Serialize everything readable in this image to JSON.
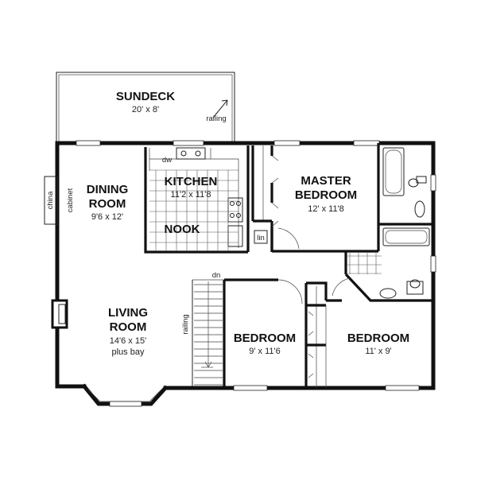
{
  "rooms": {
    "sundeck": {
      "name": "SUNDECK",
      "dim": "20' x 8'"
    },
    "dining": {
      "name1": "DINING",
      "name2": "ROOM",
      "dim": "9'6 x 12'"
    },
    "kitchen": {
      "name": "KITCHEN",
      "dim": "11'2 x 11'8"
    },
    "nook": {
      "name": "NOOK"
    },
    "master": {
      "name1": "MASTER",
      "name2": "BEDROOM",
      "dim": "12' x 11'8"
    },
    "living": {
      "name1": "LIVING",
      "name2": "ROOM",
      "dim": "14'6 x 15'",
      "extra": "plus bay"
    },
    "bedroom2": {
      "name": "BEDROOM",
      "dim": "9' x 11'6"
    },
    "bedroom3": {
      "name": "BEDROOM",
      "dim": "11' x 9'"
    }
  },
  "labels": {
    "railing_deck": "railing",
    "railing_stair": "railing",
    "china1": "china",
    "china2": "cabinet",
    "dw": "dw",
    "lin": "lin",
    "dn": "dn"
  }
}
